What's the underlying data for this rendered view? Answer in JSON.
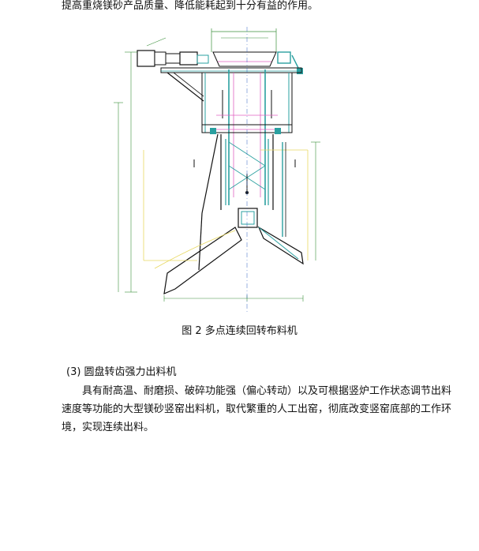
{
  "doc": {
    "top_line": "提高重烧镁砂产品质量、降低能耗起到十分有益的作用。",
    "figure_caption": "图 2  多点连续回转布料机",
    "section_heading": "(3)  圆盘转齿强力出料机",
    "paragraph": "具有耐高温、耐磨损、破碎功能强（偏心转动）以及可根据竖炉工作状态调节出料速度等功能的大型镁砂竖窑出料机，取代繁重的人工出窑，彻底改变竖窑底部的工作环境，实现连续出料。"
  },
  "colors": {
    "frame": "#2aa0a0",
    "dimension": "#3a8f3a",
    "accent_pink": "#e060c0",
    "accent_yellow": "#e8d860",
    "accent_blue": "#3060c0",
    "outline": "#111111"
  }
}
